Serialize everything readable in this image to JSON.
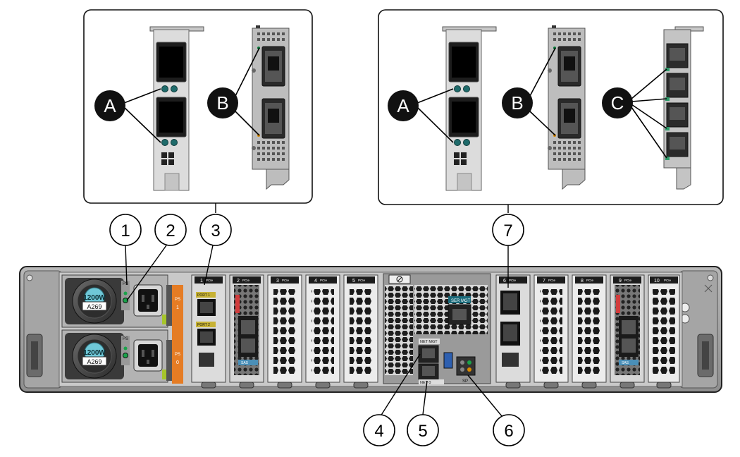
{
  "diagram": {
    "callouts": {
      "c1": "1",
      "c2": "2",
      "c3": "3",
      "c4": "4",
      "c5": "5",
      "c6": "6",
      "c7": "7"
    },
    "letters": {
      "A": "A",
      "B": "B",
      "C": "C"
    },
    "psu": {
      "top": {
        "watt": "1200W",
        "model": "A269",
        "side_label": "PS",
        "side_num": "1",
        "led_label": "PS"
      },
      "bottom": {
        "watt": "1200W",
        "model": "A269",
        "side_label": "PS",
        "side_num": "0",
        "led_label": "PS"
      }
    },
    "slots": [
      "1",
      "2",
      "3",
      "4",
      "5",
      "6",
      "7",
      "8",
      "9",
      "10"
    ],
    "slot_tag": "PCIe",
    "port_labels": {
      "p1": "PORT 1",
      "p2": "PORT 2"
    },
    "sas_label": "SAS",
    "ser_mgt": "SER MGT",
    "net_mgt": "NET MGT",
    "net0": "NET 0",
    "sp_label": "SP"
  }
}
